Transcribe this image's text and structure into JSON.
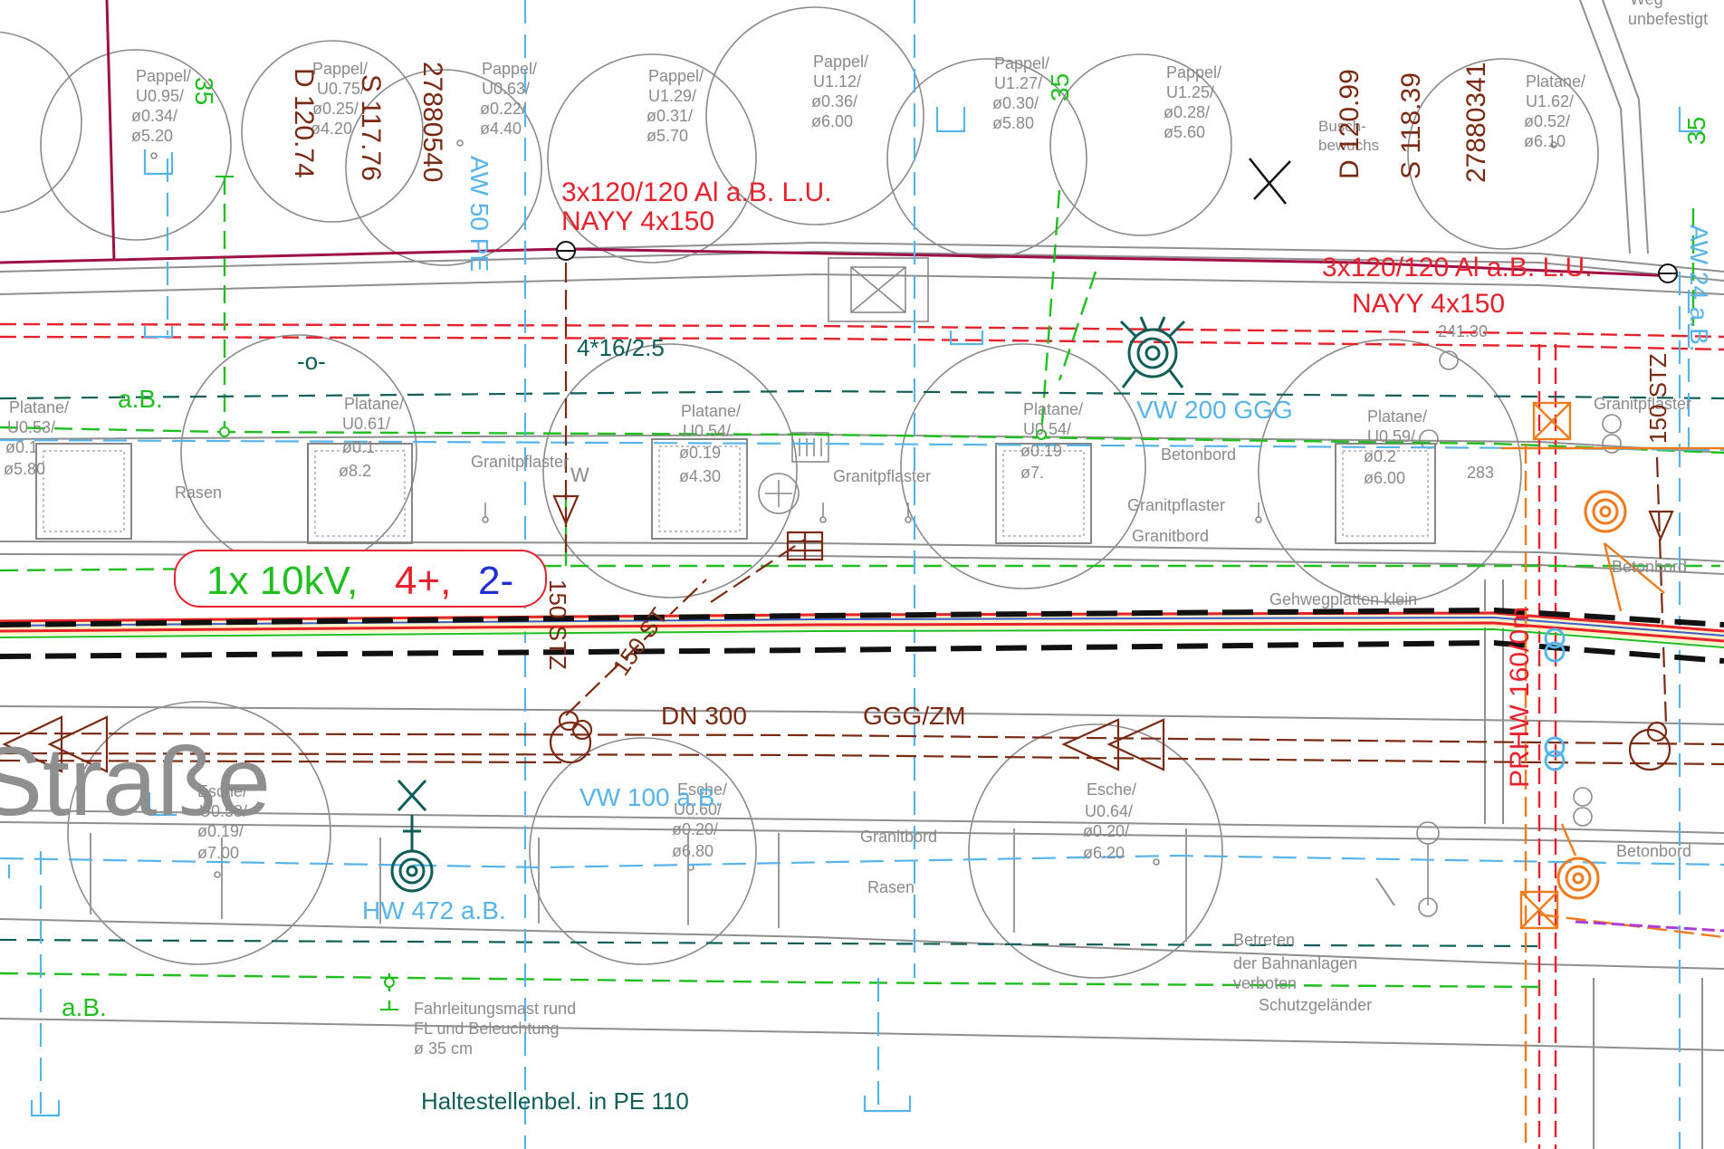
{
  "colors": {
    "tree": "#8a8a8a",
    "road": "#8f8f8f",
    "power_red": "#e8212b",
    "gas_brown": "#7a2a12",
    "telecom_green": "#1fbf1f",
    "water_blue": "#57b4ea",
    "dark_teal": "#0f5f58",
    "orange": "#f07a1c",
    "bordeaux": "#a01045"
  },
  "trees": [
    {
      "species": "Pappel/",
      "lines": [
        "U0.95/",
        "ø0.34/",
        "ø5.20"
      ]
    },
    {
      "species": "Pappel/",
      "lines": [
        "U0.75/",
        "ø0.25/",
        "ø4.20"
      ]
    },
    {
      "species": "Pappel/",
      "lines": [
        "U0.63/",
        "ø0.22/",
        "ø4.40"
      ]
    },
    {
      "species": "Pappel/",
      "lines": [
        "U1.29/",
        "ø0.31/",
        "ø5.70"
      ]
    },
    {
      "species": "Pappel/",
      "lines": [
        "U1.12/",
        "ø0.36/",
        "ø6.00"
      ]
    },
    {
      "species": "Pappel/",
      "lines": [
        "U1.27/",
        "ø0.30/",
        "ø5.80"
      ]
    },
    {
      "species": "Pappel/",
      "lines": [
        "U1.25/",
        "ø0.28/",
        "ø5.60"
      ]
    },
    {
      "species": "Platane/",
      "lines": [
        "U1.62/",
        "ø0.52/",
        "ø6.10"
      ]
    },
    {
      "species": "Platane/",
      "lines": [
        "U0.53/",
        "ø0.1",
        "ø5.80"
      ]
    },
    {
      "species": "Platane/",
      "lines": [
        "U0.61/",
        "ø0.1",
        "ø8.2"
      ]
    },
    {
      "species": "Platane/",
      "lines": [
        "U0.54/",
        "ø0.19",
        "ø4.30"
      ]
    },
    {
      "species": "Platane/",
      "lines": [
        "U0.54/",
        "ø0.19",
        "ø7."
      ]
    },
    {
      "species": "Platane/",
      "lines": [
        "U0.59/",
        "ø0.2",
        "ø6.00"
      ]
    },
    {
      "species": "Esche/",
      "lines": [
        "U0.58/",
        "ø0.19/",
        "ø7.00"
      ]
    },
    {
      "species": "Esche/",
      "lines": [
        "U0.60/",
        "ø0.20/",
        "ø6.80"
      ]
    },
    {
      "species": "Esche/",
      "lines": [
        "U0.64/",
        "ø0.20/",
        "ø6.20"
      ]
    }
  ],
  "labels": {
    "street": "Straße",
    "weg_1": "Weg",
    "weg_2": "unbefestigt",
    "bewuchs_1": "Busch-",
    "bewuchs_2": "bewuchs",
    "d1": "D 120.74",
    "s1": "S 117.76",
    "id1": "27880540",
    "d2": "D 120.99",
    "s2": "S 118.39",
    "id2": "27880341",
    "aw50": "AW 50 PE",
    "aw24": "AW 24 a.B.",
    "n35_a": "35",
    "n35_b": "35",
    "n35_c": "35",
    "cable1_a": "3x120/120 Al a.B. L.U.",
    "cable1_b": "NAYY 4x150",
    "cable2_a": "3x120/120 Al a.B. L.U.",
    "cable2_b": "NAYY 4x150",
    "tel": "4*16/2.5",
    "dash_o": "-o-",
    "ab_1": "a.B.",
    "ab_2": "a.B.",
    "vw200": "VW 200 GGG",
    "stz150_a": "150 STZ",
    "stz150_b": "150 STZ",
    "stz150_c": "150 ST",
    "rasen_1": "Rasen",
    "rasen_2": "Rasen",
    "granitpflaster_1": "Granitpflaster",
    "granitpflaster_2": "Granitpflaster",
    "granitpflaster_3": "Granitpflaster",
    "granitpflaster_4": "Granitpflaster",
    "granitbord_1": "Granitbord",
    "granitbord_2": "Granitbord",
    "betonbord_1": "Betonbord",
    "betonbord_2": "Betonbord",
    "betonbord_3": "Betonbord",
    "gehweg": "Gehwegplatten klein",
    "n283": "283",
    "n241": "241.30",
    "kv_a": "1x 10kV,",
    "kv_b": "4+,",
    "kv_c": "2-",
    "dn300": "DN 300",
    "ggg": "GGG/ZM",
    "vw100": "VW 100 a.B.",
    "hw472": "HW 472 a.B.",
    "prhw": "PRHW 160/0m",
    "mast_1": "Fahrleitungsmast rund",
    "mast_2": "FL und Beleuchtung",
    "mast_3": "ø 35 cm",
    "betreten_1": "Betreten",
    "betreten_2": "der Bahnanlagen",
    "betreten_3": "verboten",
    "schutz": "Schutzgeländer",
    "halt": "Haltestellenbel. in PE 110",
    "w": "W"
  }
}
